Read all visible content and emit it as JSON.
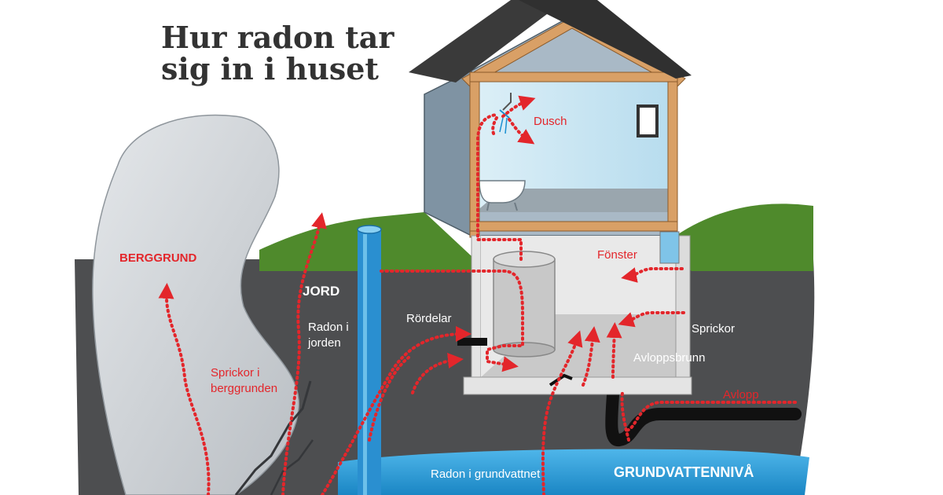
{
  "title": {
    "line1": "Hur radon tar",
    "line2": "sig in i huset"
  },
  "labels": {
    "dusch": "Dusch",
    "berggrund": "BERGGRUND",
    "fonster": "Fönster",
    "jord": "JORD",
    "radon_i_jorden_1": "Radon i",
    "radon_i_jorden_2": "jorden",
    "rordelar": "Rördelar",
    "sprickor": "Sprickor",
    "avloppsbrunn": "Avloppsbrunn",
    "sprickor_i_berggrunden_1": "Sprickor i",
    "sprickor_i_berggrunden_2": "berggrunden",
    "avlopp": "Avlopp",
    "radon_i_grundvattnet": "Radon i grundvattnet",
    "grundvattenniva": "GRUNDVATTENNIVÅ"
  },
  "colors": {
    "radon_arrow": "#e3262b",
    "soil": "#4d4e50",
    "bedrock": "#cfd3d6",
    "grass": "#4f8a2c",
    "groundwater": "#2a9fd9",
    "wall": "#8fa2b1",
    "room": "#cfe8f3",
    "timber": "#d9a066",
    "roof": "#3a3a3a"
  },
  "icons": {
    "arrow": "radon-flow-arrow",
    "pipe": "well-pipe",
    "shower": "shower-icon",
    "bathtub": "bathtub-icon",
    "tank": "water-tank-icon"
  }
}
